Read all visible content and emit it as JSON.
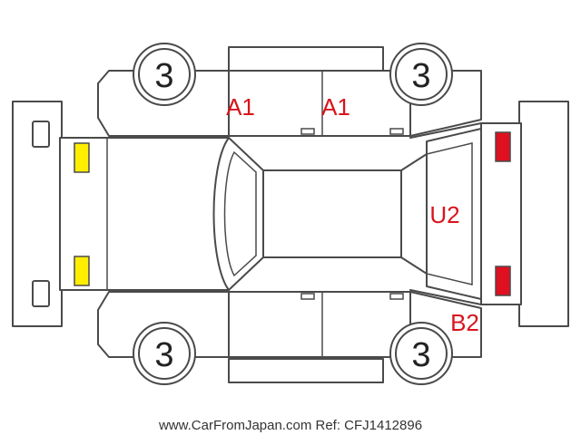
{
  "wheels": {
    "front_left": "3",
    "front_right": "3",
    "rear_left": "3",
    "rear_right": "3"
  },
  "damage_codes": {
    "left_front_door": "A1",
    "left_rear_door": "A1",
    "rear_window": "U2",
    "rear_corner": "B2"
  },
  "marker_colors": {
    "front": "#ffee00",
    "rear": "#e01020"
  },
  "footer": {
    "watermark": "www.CarFromJapan.com Ref: CFJ1412896"
  }
}
